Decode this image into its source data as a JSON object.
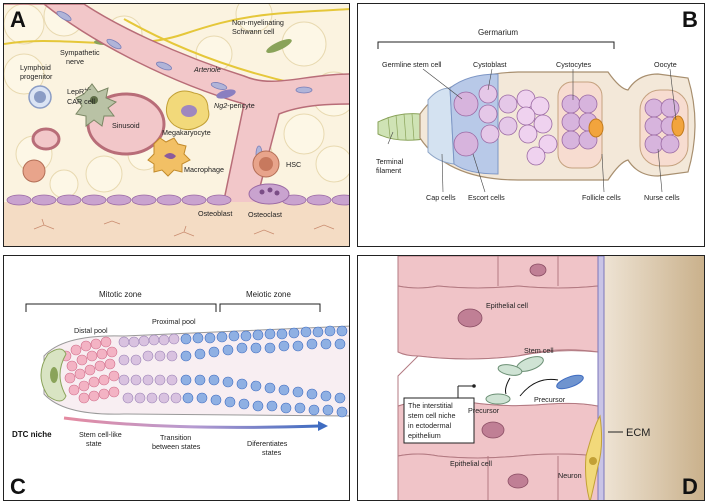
{
  "panels": {
    "a": {
      "letter": "A",
      "labels": {
        "lymphoid": [
          "Lymphoid",
          "progenitor"
        ],
        "sympathetic": [
          "Sympathetic",
          "nerve"
        ],
        "schwann": [
          "Non-myelinating",
          "Schwann cell"
        ],
        "arteriole": "Arteriole",
        "lepr_prefix": "LepR",
        "lepr_sup": "+/−",
        "car": "CAR cell",
        "sinusoid": "Sinusoid",
        "megakaryocyte": "Megakaryocyte",
        "ng2_prefix": "Ng2",
        "ng2_suffix": "-pericyte",
        "macrophage": "Macrophage",
        "hsc": "HSC",
        "osteoblast": "Osteoblast",
        "osteoclast": "Osteoclast"
      }
    },
    "b": {
      "letter": "B",
      "labels": {
        "germarium": "Germarium",
        "germline_stem_cell": "Germline stem cell",
        "cystoblast": "Cystoblast",
        "cystocytes": "Cystocytes",
        "oocyte": "Oocyte",
        "terminal_filament": [
          "Terminal",
          "filament"
        ],
        "cap_cells": "Cap cells",
        "escort_cells": "Escort cells",
        "follicle_cells": "Follicle cells",
        "nurse_cells": "Nurse cells"
      }
    },
    "c": {
      "letter": "C",
      "labels": {
        "mitotic_zone": "Mitotic zone",
        "meiotic_zone": "Meiotic zone",
        "distal_pool": "Distal pool",
        "proximal_pool": "Proximal pool",
        "dtc_niche": "DTC niche",
        "stem_state": [
          "Stem cell-like",
          "state"
        ],
        "transition": [
          "Transition",
          "between states"
        ],
        "differentiates": [
          "Diferentiates",
          "states"
        ]
      }
    },
    "d": {
      "letter": "D",
      "labels": {
        "epithelial_top": "Epithelial cell",
        "stem_cell": "Stem cell",
        "precursor_left": "Precursor",
        "precursor_right": "Precursor",
        "niche_box": [
          "The interstitial",
          "stem cell niche",
          "in ectodermal",
          "epithelium"
        ],
        "ecm": "ECM",
        "epithelial_bottom": "Epithelial cell",
        "neuron": "Neuron"
      }
    }
  }
}
